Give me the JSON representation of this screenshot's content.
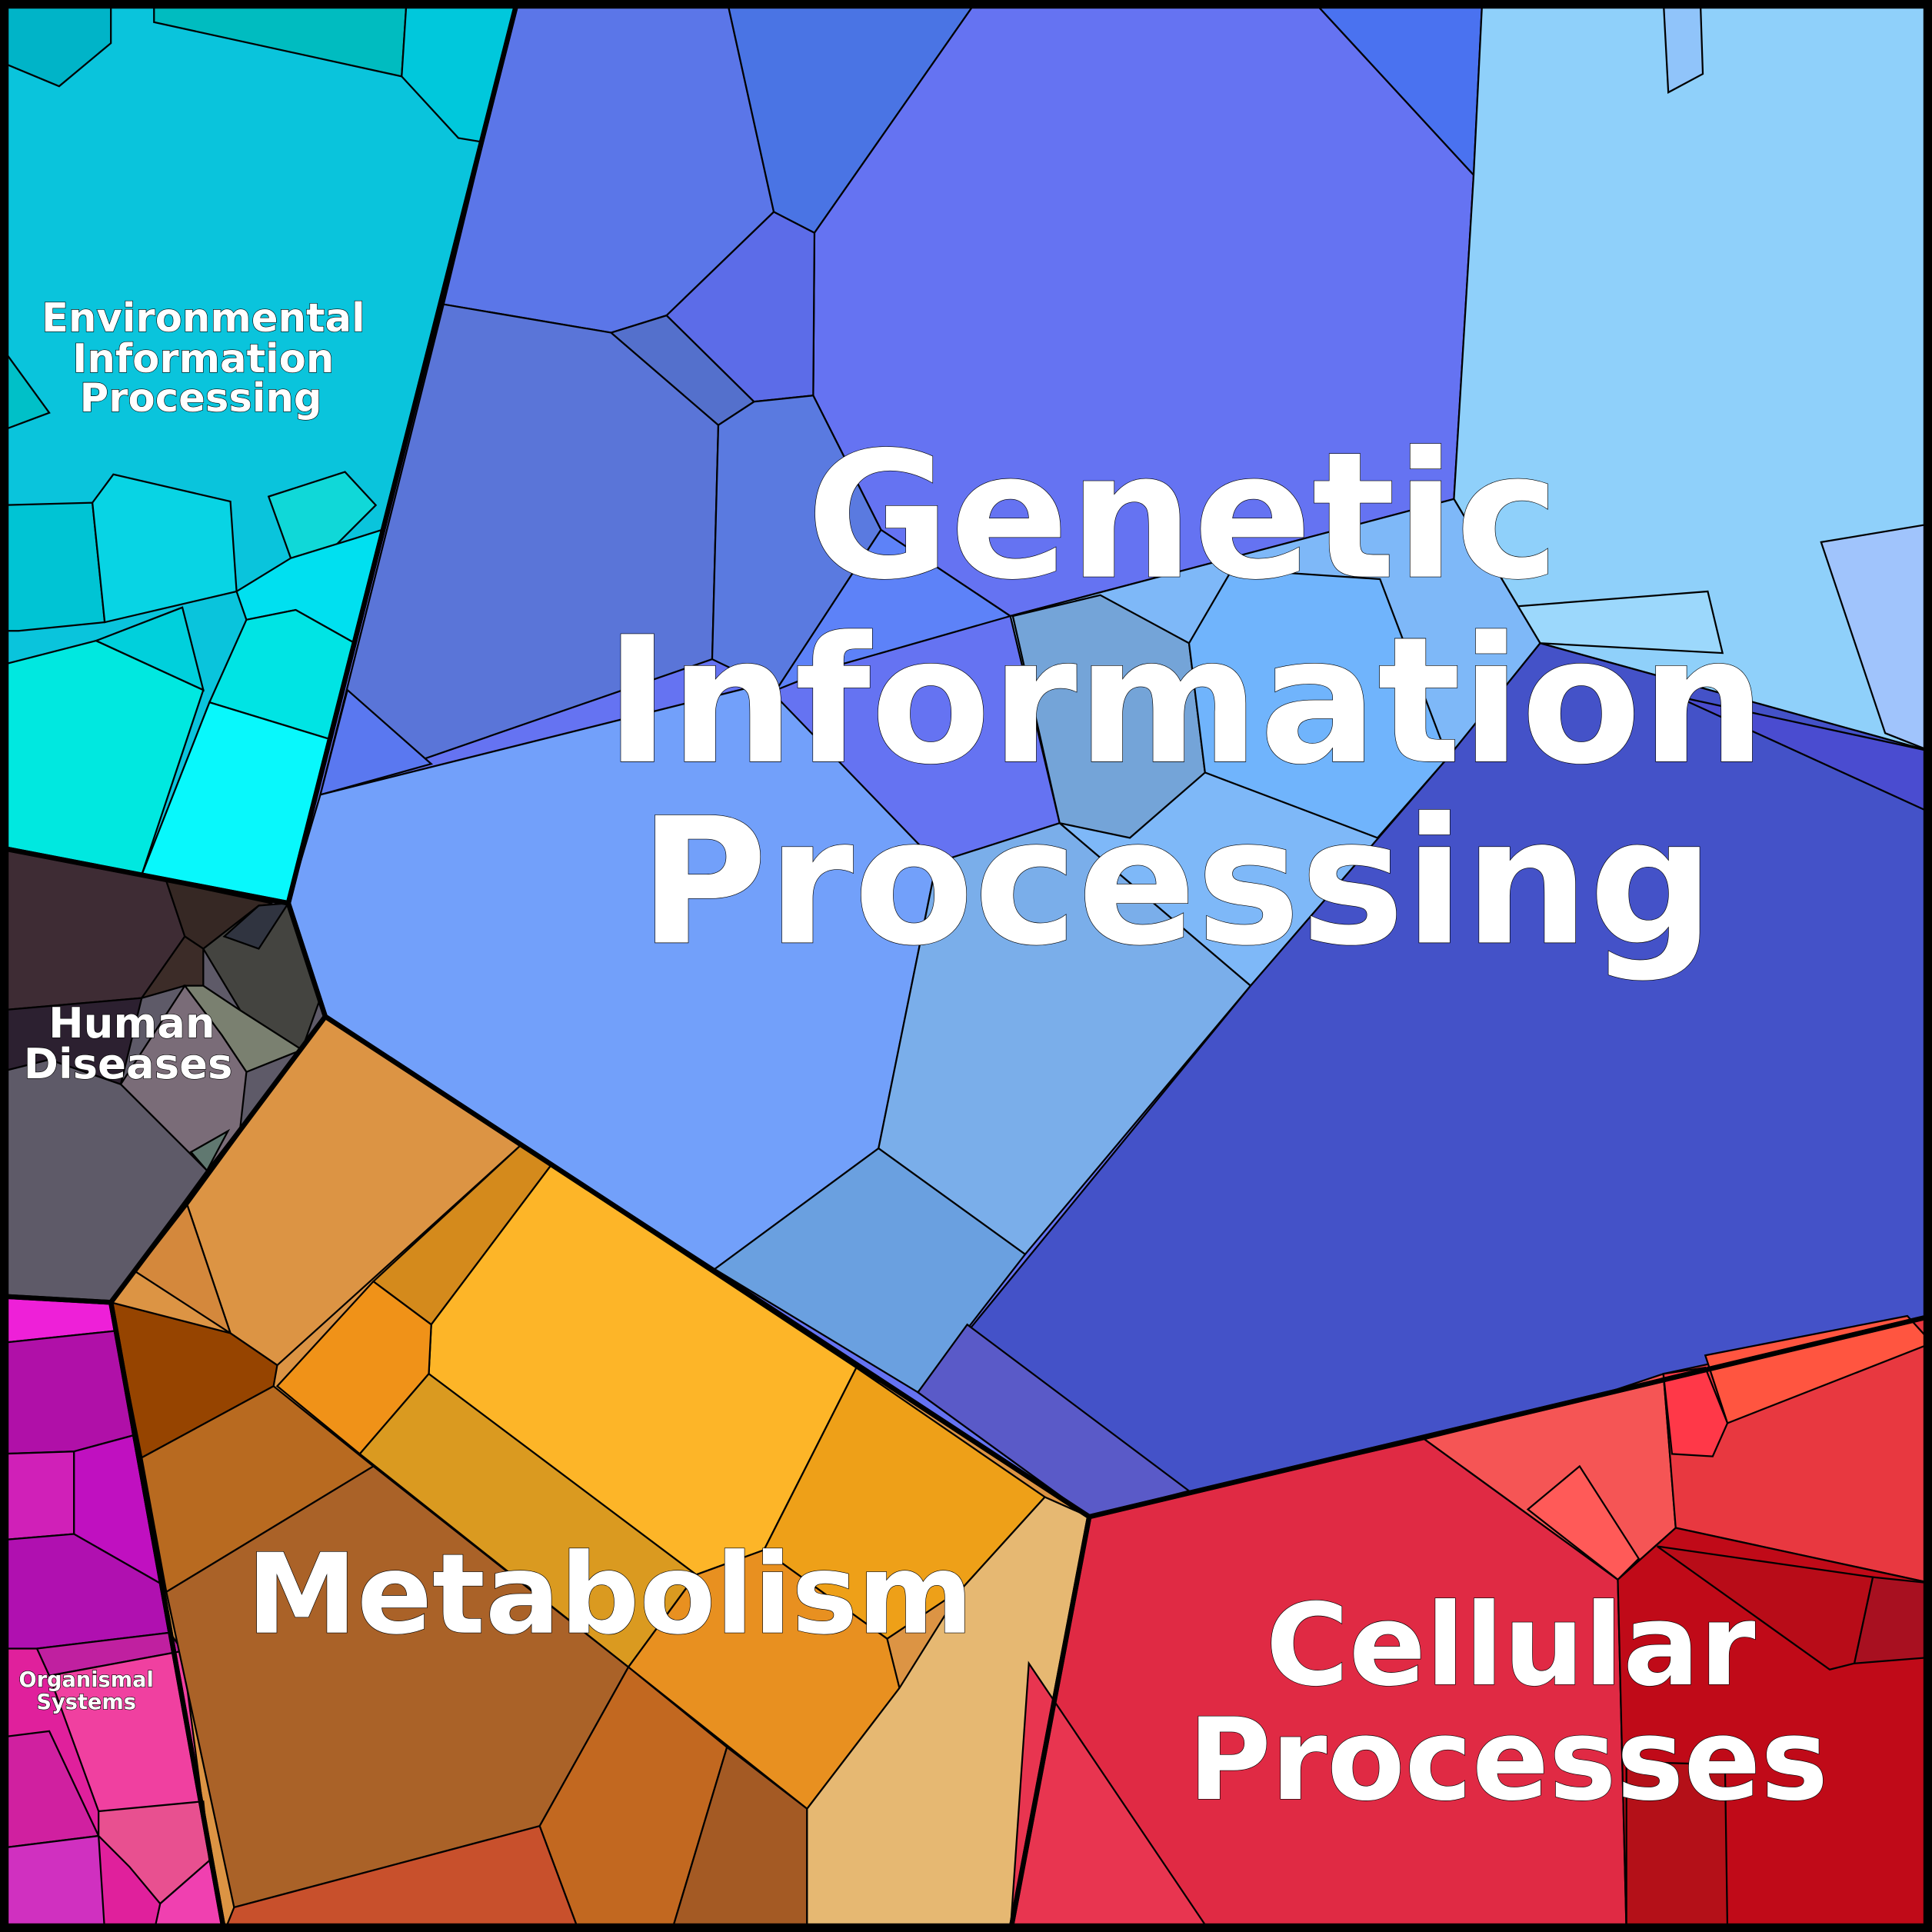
{
  "labels": {
    "genetic": [
      "Genetic",
      "Information",
      "Processing"
    ],
    "environmental": [
      "Environmental",
      "Information",
      "Processing"
    ],
    "human": [
      "Human",
      "Diseases"
    ],
    "organismal": [
      "Organismal",
      "Systems"
    ],
    "metabolism": [
      "Metabolism"
    ],
    "cellular": [
      "Cellular",
      "Processes"
    ]
  },
  "colors": {
    "genetic": "#6573f2",
    "environmental": "#0ac4dc",
    "human": "#5e5a68",
    "organismal": "#e0209c",
    "metabolism": "#dc9444",
    "cellular": "#e02a44"
  }
}
